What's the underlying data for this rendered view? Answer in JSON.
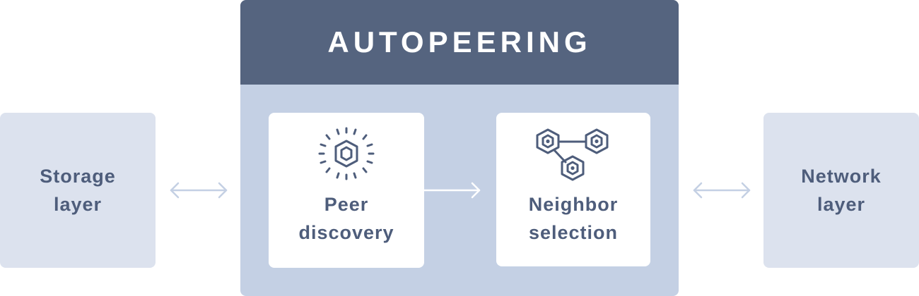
{
  "colors": {
    "header_bg": "#55647f",
    "container_bg": "#c4d0e4",
    "side_box_bg": "#dce2ee",
    "card_bg": "#ffffff",
    "text": "#4e5d7b",
    "icon": "#4e5d7b",
    "arrow_bidirectional": "#c4d0e4",
    "arrow_flow": "#ffffff"
  },
  "autopeering": {
    "title": "AUTOPEERING",
    "peer_discovery": {
      "label": "Peer\ndiscovery",
      "icon": "hexagon-burst-icon"
    },
    "neighbor_selection": {
      "label": "Neighbor\nselection",
      "icon": "connected-hexagons-icon"
    }
  },
  "storage_layer": {
    "label": "Storage\nlayer"
  },
  "network_layer": {
    "label": "Network\nlayer"
  }
}
